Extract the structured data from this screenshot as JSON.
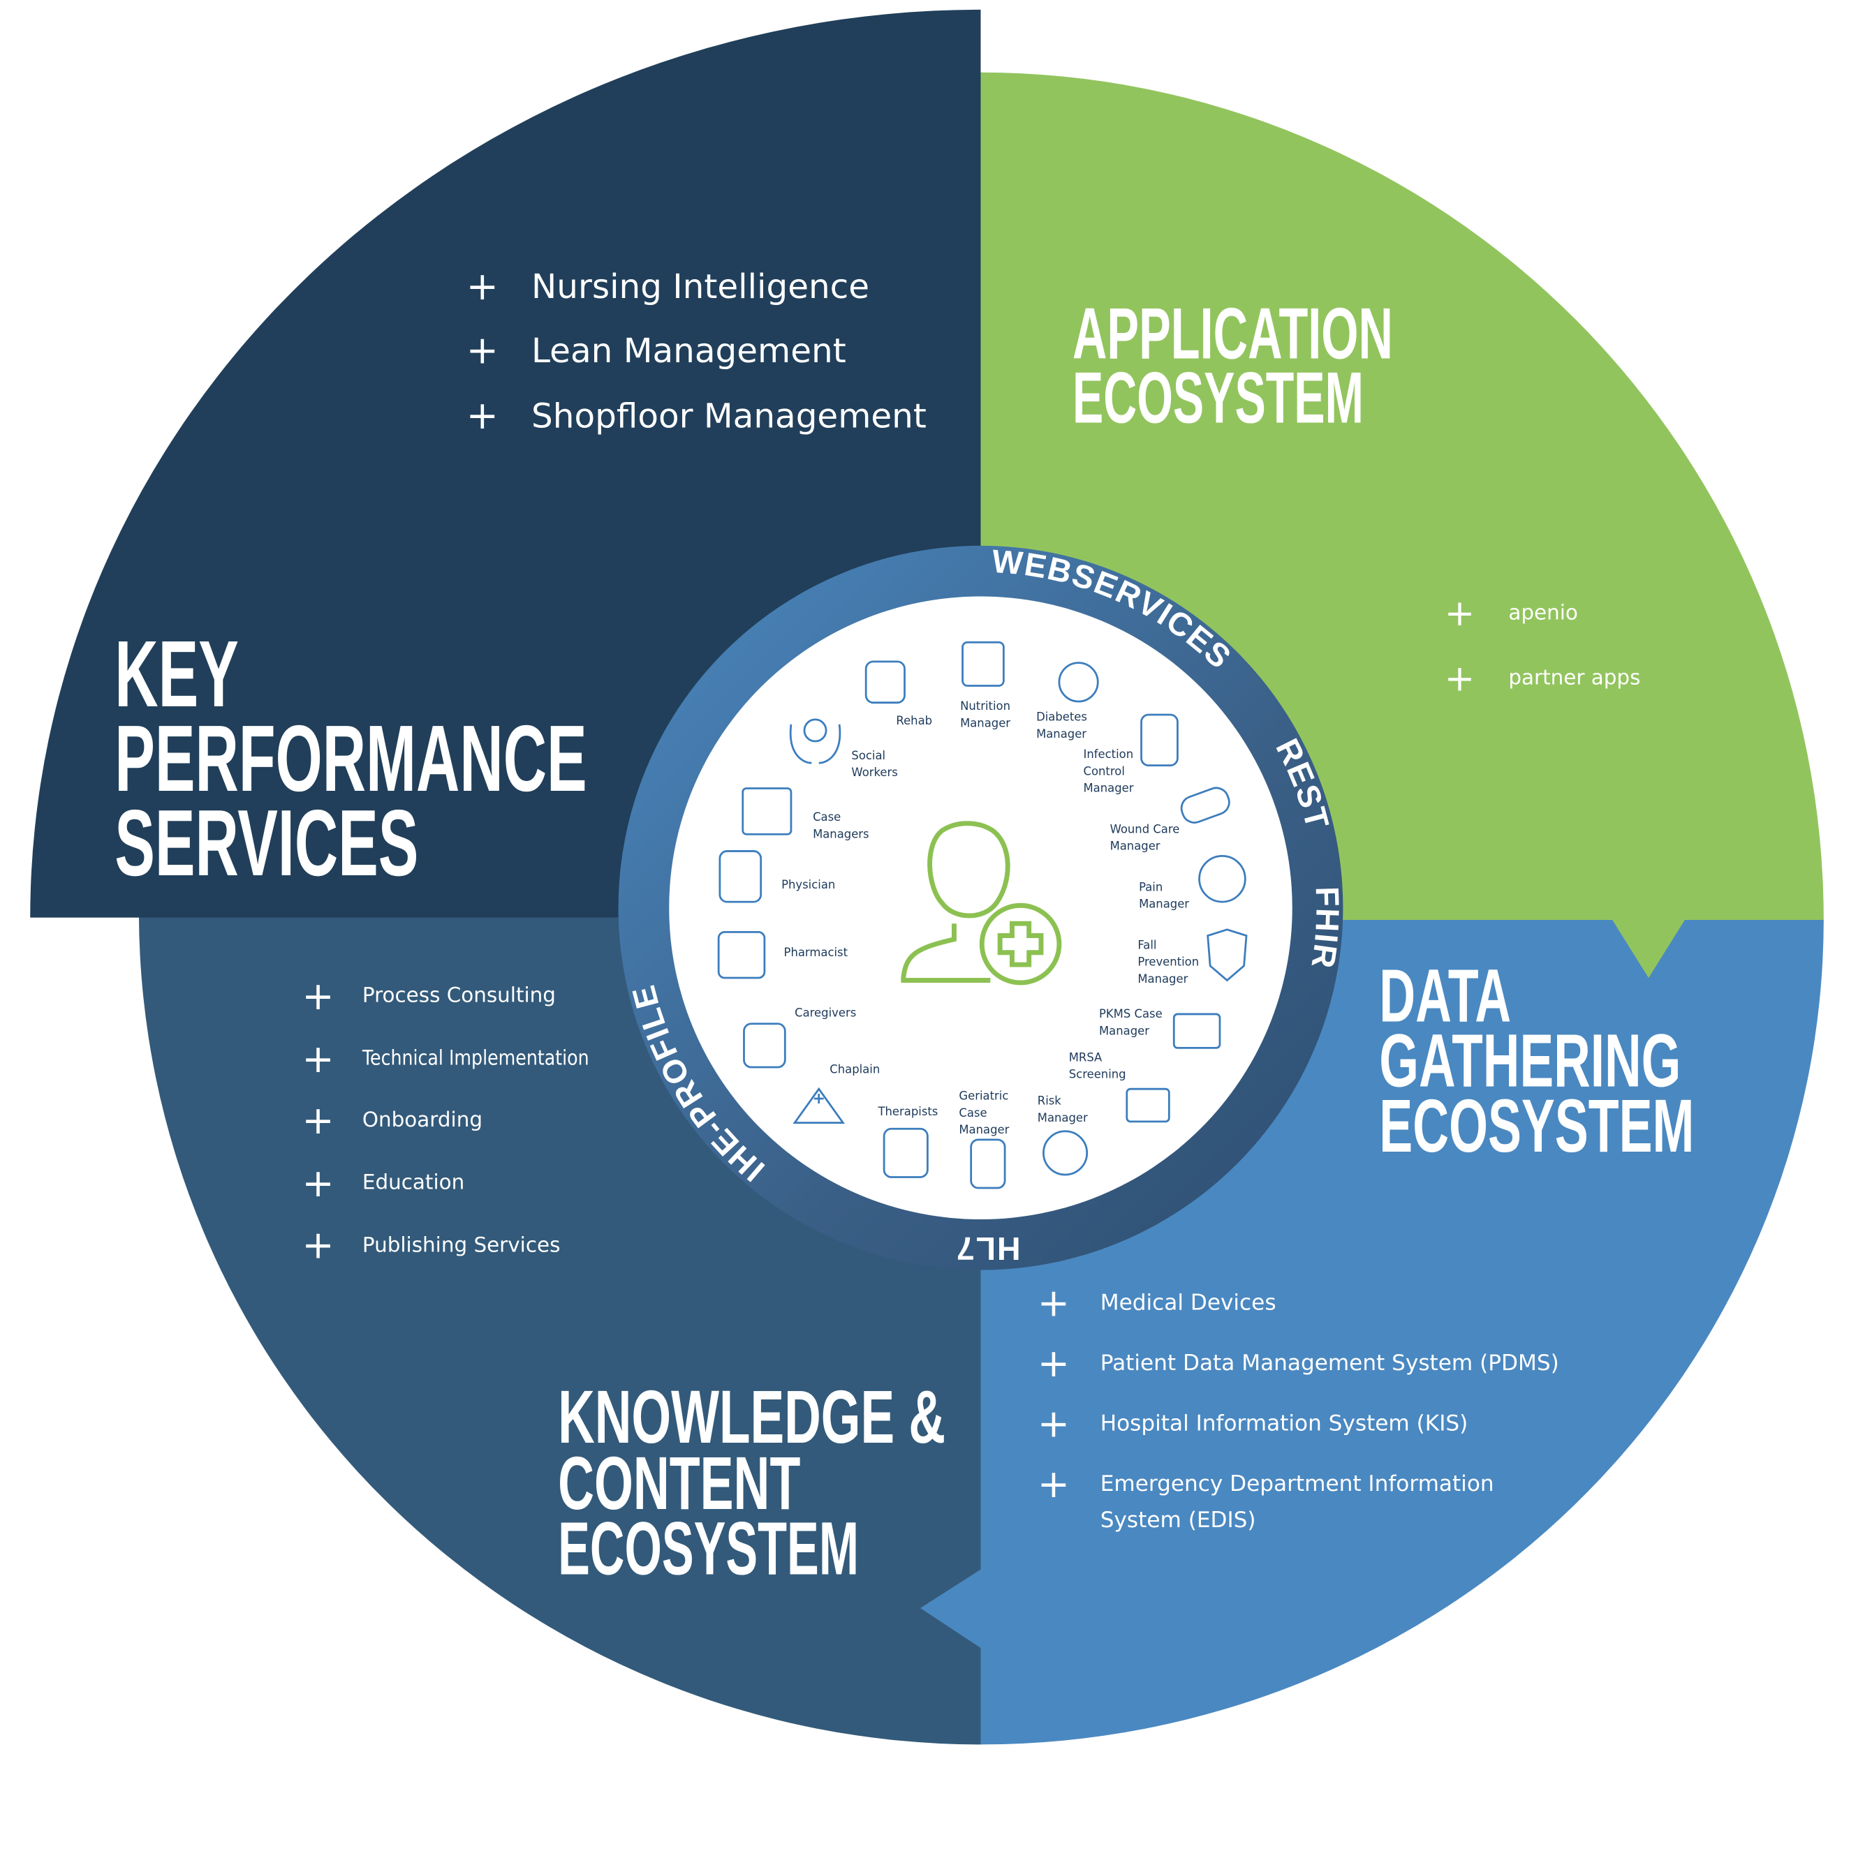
{
  "colors": {
    "dark_navy": "#213f5a",
    "green": "#92c45e",
    "blue": "#4a88c1",
    "slate": "#335a7a",
    "ring": "#3d6f9e",
    "center_icon": "#8cc152"
  },
  "quadrants": {
    "key_performance": {
      "title": [
        "KEY",
        "PERFORMANCE",
        "SERVICES"
      ],
      "items": [
        "Nursing Intelligence",
        "Lean Management",
        "Shopfloor Management"
      ]
    },
    "application": {
      "title": [
        "APPLICATION",
        "ECOSYSTEM"
      ],
      "items": [
        "apenio",
        "partner apps"
      ]
    },
    "data_gathering": {
      "title": [
        "DATA",
        "GATHERING",
        "ECOSYSTEM"
      ],
      "items": [
        "Medical Devices",
        "Patient Data Management System (PDMS)",
        "Hospital Information System (KIS)",
        "Emergency Department Information",
        "System (EDIS)"
      ]
    },
    "knowledge": {
      "title": [
        "KNOWLEDGE &",
        "CONTENT",
        "ECOSYSTEM"
      ],
      "items": [
        "Process Consulting",
        "Technical Implementation",
        "Onboarding",
        "Education",
        "Publishing Services"
      ]
    }
  },
  "ring_labels": {
    "webservices": "WEBSERVICES",
    "rest": "REST",
    "fhir": "FHIR",
    "hl7": "HL7",
    "ihe": "IHE-PROFILE"
  },
  "roles": [
    [
      "Rehab"
    ],
    [
      "Nutrition",
      "Manager"
    ],
    [
      "Diabetes",
      "Manager"
    ],
    [
      "Infection",
      "Control",
      "Manager"
    ],
    [
      "Wound Care",
      "Manager"
    ],
    [
      "Pain",
      "Manager"
    ],
    [
      "Fall",
      "Prevention",
      "Manager"
    ],
    [
      "PKMS Case",
      "Manager"
    ],
    [
      "MRSA",
      "Screening"
    ],
    [
      "Risk",
      "Manager"
    ],
    [
      "Geriatric",
      "Case",
      "Manager"
    ],
    [
      "Therapists"
    ],
    [
      "Chaplain"
    ],
    [
      "Caregivers"
    ],
    [
      "Pharmacist"
    ],
    [
      "Physician"
    ],
    [
      "Case",
      "Managers"
    ],
    [
      "Social",
      "Workers"
    ]
  ]
}
